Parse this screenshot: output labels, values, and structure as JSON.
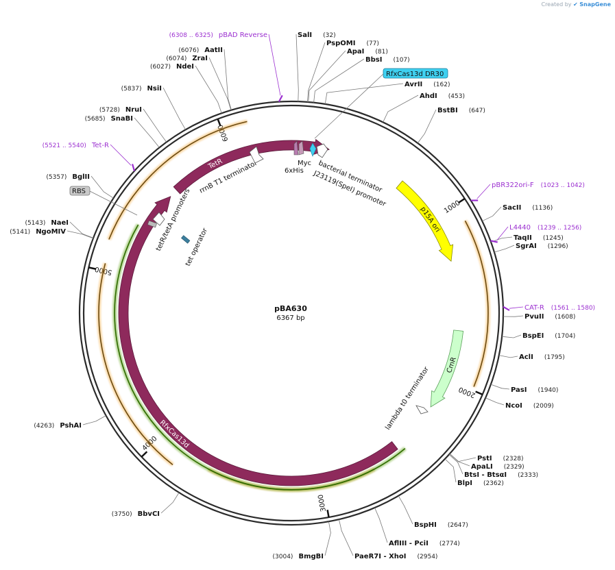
{
  "credit": {
    "created_by": "Created by",
    "brand": "SnapGene"
  },
  "plasmid": {
    "name": "pBA630",
    "length": "6367 bp",
    "total_bp": 6367
  },
  "ticks": [
    "1000",
    "2000",
    "3000",
    "4000",
    "5000",
    "6000"
  ],
  "sites": [
    {
      "name": "SalI",
      "pos": "(32)"
    },
    {
      "name": "PspOMI",
      "pos": "(77)"
    },
    {
      "name": "ApaI",
      "pos": "(81)"
    },
    {
      "name": "BbsI",
      "pos": "(107)"
    },
    {
      "name": "AvrII",
      "pos": "(162)"
    },
    {
      "name": "AhdI",
      "pos": "(453)"
    },
    {
      "name": "BstBI",
      "pos": "(647)"
    },
    {
      "name": "SacII",
      "pos": "(1136)"
    },
    {
      "name": "TaqII",
      "pos": "(1245)"
    },
    {
      "name": "SgrAI",
      "pos": "(1296)"
    },
    {
      "name": "PvuII",
      "pos": "(1608)"
    },
    {
      "name": "BspEI",
      "pos": "(1704)"
    },
    {
      "name": "AclI",
      "pos": "(1795)"
    },
    {
      "name": "PasI",
      "pos": "(1940)"
    },
    {
      "name": "NcoI",
      "pos": "(2009)"
    },
    {
      "name": "PstI",
      "pos": "(2328)"
    },
    {
      "name": "ApaLI",
      "pos": "(2329)"
    },
    {
      "name": "BtsI - BtsαI",
      "pos": "(2333)"
    },
    {
      "name": "BlpI",
      "pos": "(2362)"
    },
    {
      "name": "BspHI",
      "pos": "(2647)"
    },
    {
      "name": "AflIII - PciI",
      "pos": "(2774)"
    },
    {
      "name": "PaeR7I - XhoI",
      "pos": "(2954)"
    },
    {
      "name": "BmgBI",
      "pos": "(3004)"
    },
    {
      "name": "BbvCI",
      "pos": "(3750)"
    },
    {
      "name": "PshAI",
      "pos": "(4263)"
    },
    {
      "name": "NgoMIV",
      "pos": "(5141)"
    },
    {
      "name": "NaeI",
      "pos": "(5143)"
    },
    {
      "name": "BglII",
      "pos": "(5357)"
    },
    {
      "name": "SnaBI",
      "pos": "(5685)"
    },
    {
      "name": "NruI",
      "pos": "(5728)"
    },
    {
      "name": "NsiI",
      "pos": "(5837)"
    },
    {
      "name": "NdeI",
      "pos": "(6027)"
    },
    {
      "name": "ZraI",
      "pos": "(6074)"
    },
    {
      "name": "AatII",
      "pos": "(6076)"
    }
  ],
  "primers": [
    {
      "name": "pBAD Reverse",
      "range": "(6308 .. 6325)"
    },
    {
      "name": "pBR322ori-F",
      "range": "(1023 .. 1042)"
    },
    {
      "name": "L4440",
      "range": "(1239 .. 1256)"
    },
    {
      "name": "CAT-R",
      "range": "(1561 .. 1580)"
    },
    {
      "name": "Tet-R",
      "range": "(5521 .. 5540)"
    }
  ],
  "boxed_labels": {
    "dr30": "RfxCas13d DR30",
    "rbs": "RBS"
  },
  "features": {
    "tetR": "TetR",
    "rfxcas13d": "RfxCas13d",
    "p15a_ori": "p15A ori",
    "cmr": "CmR",
    "rrnb_t1": "rrnB T1 terminator",
    "tetr_teta_promoters": "tetR/tetA promoters",
    "tet_operator": "tet operator",
    "sixxhis": "6xHis",
    "myc": "Myc",
    "bacterial_terminator": "bacterial terminator",
    "j23119": "J23119(SpeI) promoter",
    "lambda_t0": "lambda t0 terminator"
  },
  "colors": {
    "backbone": "#2b2b2b",
    "tetR_arrow": "#8e2a5c",
    "p15a_ori": "#ffff00",
    "cmr": "#ccffcc",
    "orf_orange": "#f2a93b",
    "orf_green": "#5aa00a",
    "primer": "#9b2fd0",
    "dr30": "#3fd0f0",
    "tet_operator": "#3c7f9e"
  }
}
